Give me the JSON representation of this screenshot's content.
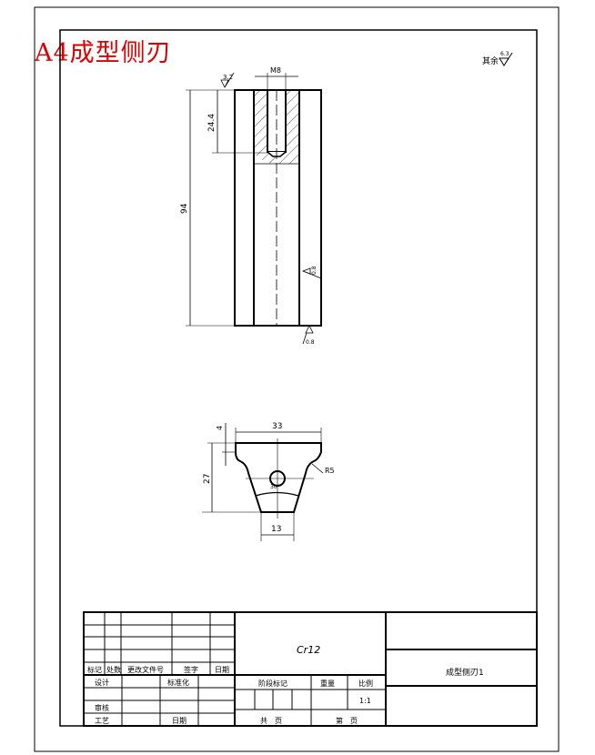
{
  "drawing_title": "A4成型侧刃",
  "accent_color": "#e00000",
  "roughness_note": {
    "label": "其余",
    "value": "6.3"
  },
  "front_view": {
    "dims": {
      "thread": "M8",
      "depth": "24.4",
      "length": "94"
    },
    "roughness": [
      "3.2",
      "0.8",
      "0.8"
    ]
  },
  "bottom_view": {
    "dims": {
      "top_width": "33",
      "step": "4",
      "height": "27",
      "bottom_width": "13",
      "radius": "R5",
      "angle": "30°"
    }
  },
  "title_block": {
    "material": "Cr12",
    "part_name": "成型侧刃1",
    "revision_headers": [
      "标记",
      "处数",
      "更改文件号",
      "签字",
      "日期"
    ],
    "design": "设计",
    "standardization": "标准化",
    "review": "审核",
    "process": "工艺",
    "date": "日期",
    "stage_mark": "阶段标记",
    "weight": "重量",
    "scale": "比例",
    "scale_value": "1:1",
    "total_pages": "共　页",
    "page_no": "第　页"
  }
}
